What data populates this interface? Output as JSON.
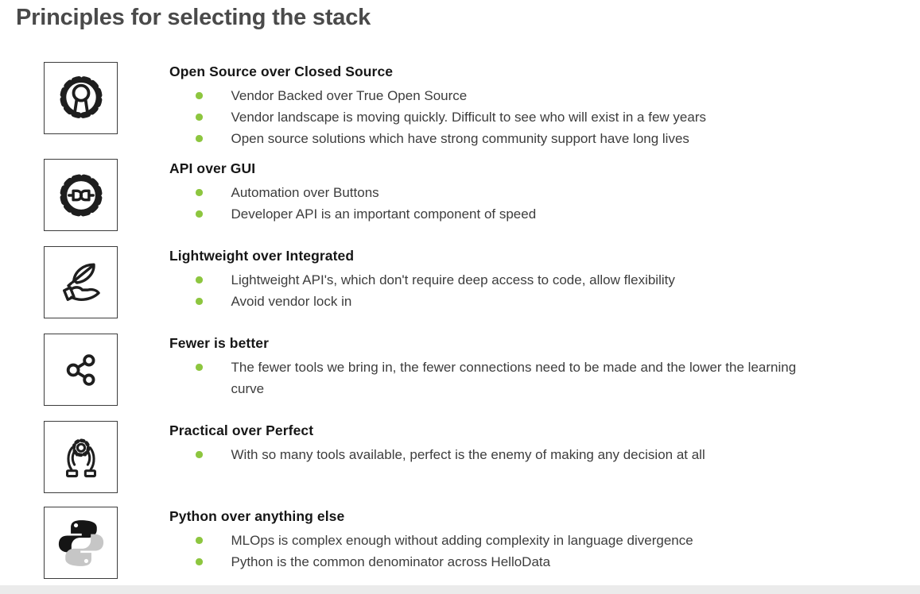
{
  "page": {
    "title": "Principles for selecting the stack",
    "colors": {
      "title": "#4a4a4a",
      "heading": "#161616",
      "body": "#3d3d3d",
      "bullet": "#8dc63f",
      "footer_bar": "#ebebeb",
      "icon_stroke": "#1e1e1e",
      "python_dark": "#151515",
      "python_light": "#c6c6c6"
    }
  },
  "sections": [
    {
      "icon": "open-source-icon",
      "heading": "Open Source over Closed Source",
      "bullets": [
        "Vendor Backed over True Open Source",
        "Vendor landscape is moving quickly. Difficult to see who will exist in a few years",
        "Open source solutions which have strong community support have long lives"
      ]
    },
    {
      "icon": "api-gear-icon",
      "heading": "API over GUI",
      "bullets": [
        "Automation over Buttons",
        "Developer API is an important component of speed"
      ]
    },
    {
      "icon": "feather-hand-icon",
      "heading": "Lightweight over Integrated",
      "bullets": [
        "Lightweight API's, which don't require deep access to code, allow flexibility",
        "Avoid vendor lock in"
      ]
    },
    {
      "icon": "share-network-icon",
      "heading": "Fewer is better",
      "bullets": [
        "The fewer tools we bring in, the fewer connections need to be made and the lower the learning curve"
      ]
    },
    {
      "icon": "hands-gear-icon",
      "heading": "Practical over Perfect",
      "bullets": [
        "With so many tools available, perfect is the enemy of making any decision at all"
      ]
    },
    {
      "icon": "python-icon",
      "heading": "Python over anything else",
      "bullets": [
        "MLOps is complex enough without adding complexity in language divergence",
        "Python is the common denominator across HelloData"
      ]
    }
  ]
}
